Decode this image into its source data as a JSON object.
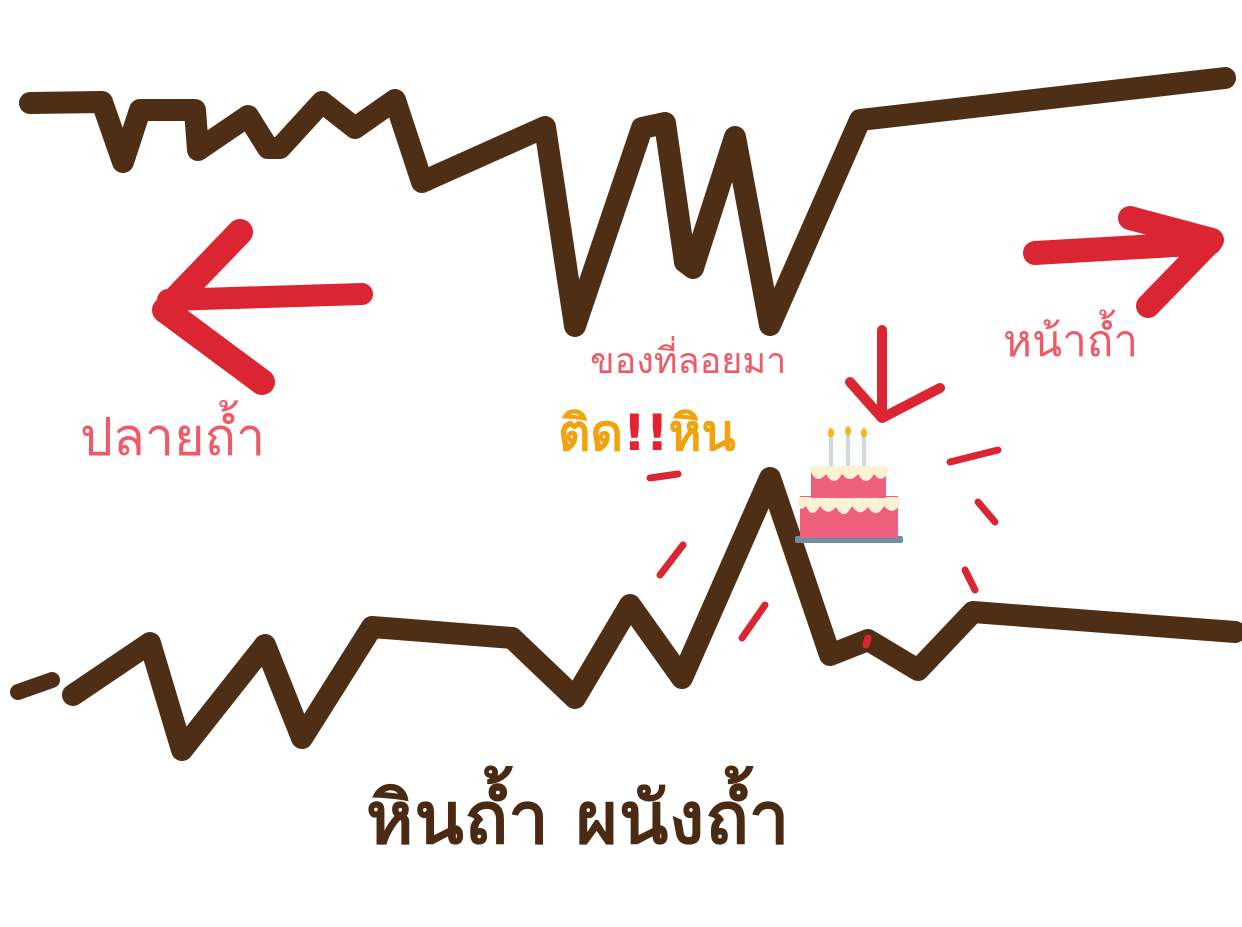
{
  "labels": {
    "cave_tail": "ปลายถ้ำ",
    "cave_mouth": "หน้าถ้ำ",
    "floating_things": "ของที่ลอยมา",
    "stuck_word_1": "ติด",
    "stuck_bang": "!!",
    "stuck_word_2": "หิน",
    "cave_walls": "หินถ้ำ ผนังถ้ำ"
  },
  "colors": {
    "rock": "#4e2e15",
    "arrow": "#dc2533",
    "label_pink": "#ee5a67",
    "label_orange": "#f2a20c",
    "cake_pink": "#ee5f7d",
    "cake_cream": "#fbf2d3"
  },
  "icons": [
    "left-arrow-icon",
    "right-arrow-icon",
    "down-arrow-icon",
    "birthday-cake-icon"
  ]
}
